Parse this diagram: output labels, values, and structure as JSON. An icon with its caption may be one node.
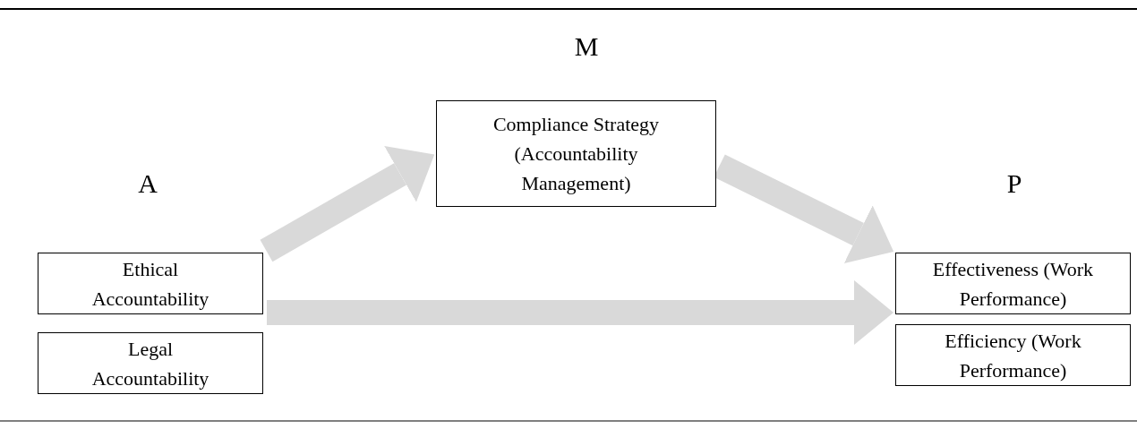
{
  "diagram": {
    "nodes": [
      {
        "text": [
          "Compliance Strategy (Accountability Management)"
        ]
      },
      {
        "text": [
          "Ethical Accountability"
        ]
      },
      {
        "text": [
          "Legal Accountability"
        ]
      },
      {
        "text": [
          "Effectiveness (Work Performance)"
        ]
      },
      {
        "text": [
          "Efficiency (Work Performance)"
        ]
      }
    ],
    "edges": [
      {
        "from": 1,
        "to": 0,
        "arrow": "to"
      },
      {
        "from": 0,
        "to": 3,
        "arrow": "to"
      },
      {
        "from": 1,
        "to": 3,
        "arrow": "to"
      }
    ],
    "labels": [
      "M",
      "A",
      "P"
    ]
  }
}
